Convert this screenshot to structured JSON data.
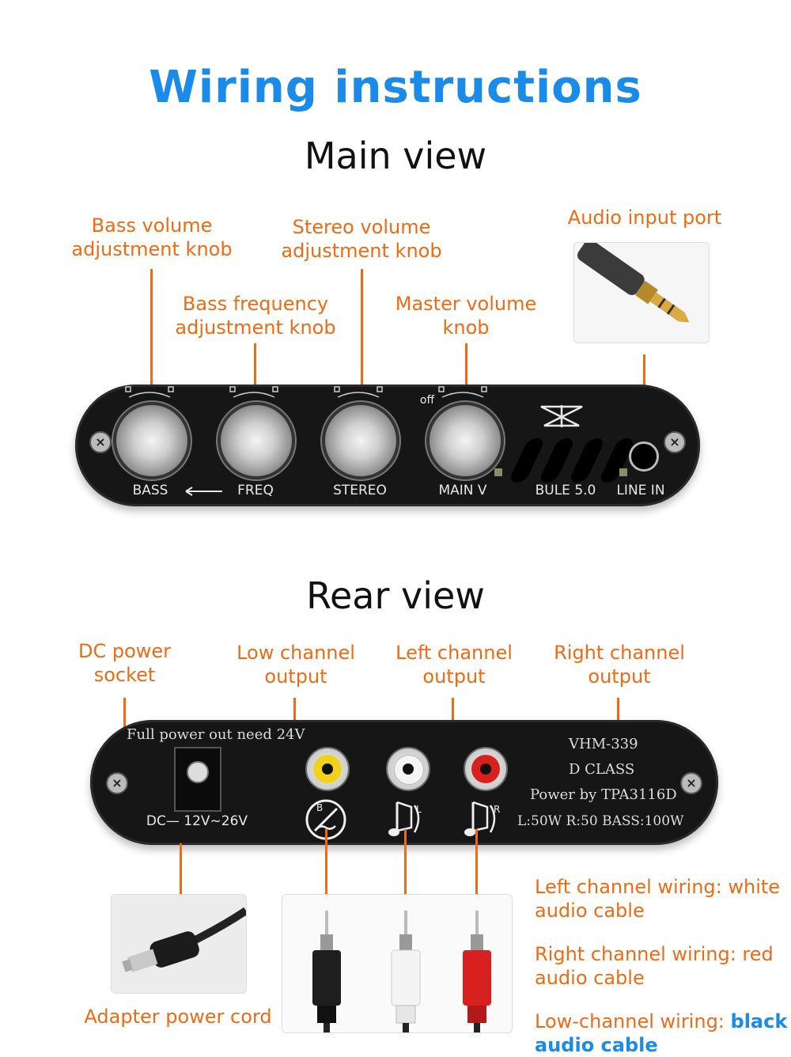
{
  "title": "Wiring  instructions",
  "main_view": {
    "heading": "Main view",
    "labels": {
      "bass_volume": [
        "Bass volume",
        "adjustment knob"
      ],
      "bass_freq": [
        "Bass frequency",
        "adjustment knob"
      ],
      "stereo_volume": [
        "Stereo volume",
        "adjustment knob"
      ],
      "master_volume": [
        "Master volume",
        "knob"
      ],
      "audio_input": "Audio input port"
    },
    "panel": {
      "knob_labels": [
        "BASS",
        "FREQ",
        "STEREO",
        "MAIN V"
      ],
      "off_label": "off",
      "bt_label": "BULE 5.0",
      "line_in": "LINE IN"
    }
  },
  "rear_view": {
    "heading": "Rear view",
    "labels": {
      "dc_power": [
        "DC power",
        "socket"
      ],
      "low_channel": [
        "Low channel",
        "output"
      ],
      "left_channel": [
        "Left channel",
        "output"
      ],
      "right_channel": [
        "Right channel",
        "output"
      ]
    },
    "panel": {
      "power_note": "Full power out need 24V",
      "model": "VHM-339",
      "class": "D CLASS",
      "chip": "Power by TPA3116D",
      "power_spec": "L:50W R:50 BASS:100W",
      "dc_range": "DC— 12V~26V",
      "port_letters": [
        "B",
        "L",
        "R"
      ]
    },
    "adapter_label": "Adapter power cord",
    "notes": {
      "left": [
        "Left channel wiring: white",
        "audio cable"
      ],
      "right": [
        "Right channel wiring: red",
        "audio cable"
      ],
      "low_prefix": "Low-channel wiring: ",
      "low_black": "black",
      "low_line2": "audio cable"
    }
  },
  "colors": {
    "title_blue": "#1a8be8",
    "label_orange": "#ee6b14",
    "panel": "#161616",
    "rca_low": "#f1d21a",
    "rca_left": "#f4f4f4",
    "rca_right": "#d8201e"
  }
}
